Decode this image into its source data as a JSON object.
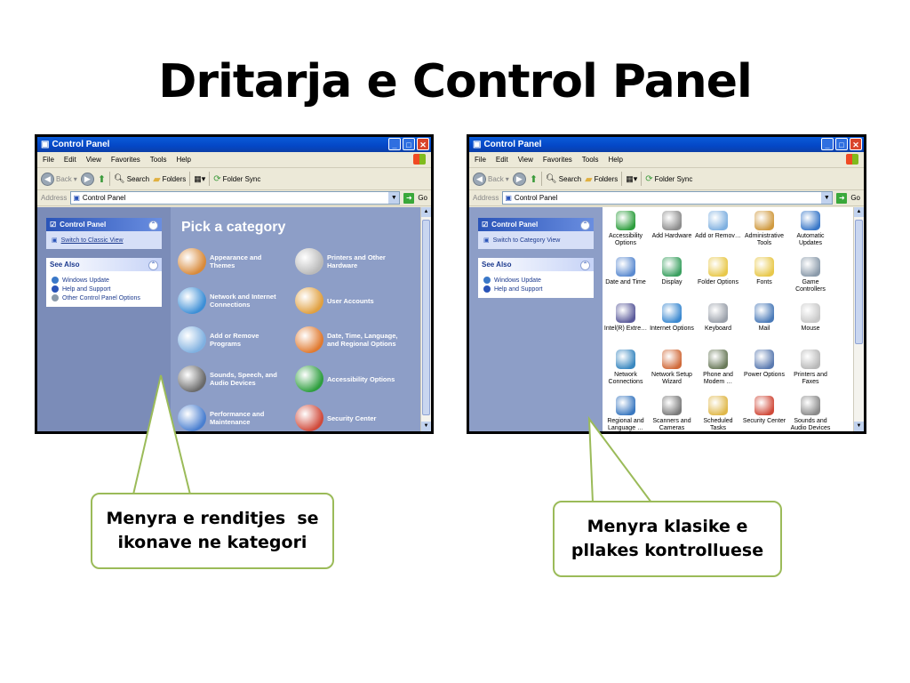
{
  "slide": {
    "title": "Dritarja e Control Panel"
  },
  "category_window": {
    "title": "Control Panel",
    "menu": [
      "File",
      "Edit",
      "View",
      "Favorites",
      "Tools",
      "Help"
    ],
    "toolbar": {
      "back": "Back",
      "search": "Search",
      "folders": "Folders",
      "folder_sync": "Folder Sync"
    },
    "address": {
      "label": "Address",
      "value": "Control Panel",
      "go": "Go"
    },
    "left_pane": {
      "control_panel": {
        "heading": "Control Panel",
        "link": "Switch to Classic View"
      },
      "see_also": {
        "heading": "See Also",
        "links": [
          "Windows Update",
          "Help and Support",
          "Other Control Panel Options"
        ]
      }
    },
    "heading": "Pick a category",
    "categories": [
      {
        "label": "Appearance and Themes",
        "icon": "appearance-icon",
        "color": "#d88a3a"
      },
      {
        "label": "Printers and Other Hardware",
        "icon": "printer-icon",
        "color": "#b9b9b9"
      },
      {
        "label": "Network and Internet Connections",
        "icon": "network-icon",
        "color": "#3d8fd6"
      },
      {
        "label": "User Accounts",
        "icon": "users-icon",
        "color": "#e0a040"
      },
      {
        "label": "Add or Remove Programs",
        "icon": "programs-icon",
        "color": "#7fb0e0"
      },
      {
        "label": "Date, Time, Language, and Regional Options",
        "icon": "calendar-icon",
        "color": "#e07a30"
      },
      {
        "label": "Sounds, Speech, and Audio Devices",
        "icon": "sound-icon",
        "color": "#6a6a6a"
      },
      {
        "label": "Accessibility Options",
        "icon": "accessibility-icon",
        "color": "#2e9e3e"
      },
      {
        "label": "Performance and Maintenance",
        "icon": "performance-icon",
        "color": "#4a7fd0"
      },
      {
        "label": "Security Center",
        "icon": "shield-icon",
        "color": "#d04a3a"
      }
    ]
  },
  "classic_window": {
    "title": "Control Panel",
    "menu": [
      "File",
      "Edit",
      "View",
      "Favorites",
      "Tools",
      "Help"
    ],
    "toolbar": {
      "back": "Back",
      "search": "Search",
      "folders": "Folders",
      "folder_sync": "Folder Sync"
    },
    "address": {
      "label": "Address",
      "value": "Control Panel",
      "go": "Go"
    },
    "left_pane": {
      "control_panel": {
        "heading": "Control Panel",
        "link": "Switch to Category View"
      },
      "see_also": {
        "heading": "See Also",
        "links": [
          "Windows Update",
          "Help and Support"
        ]
      }
    },
    "icons": [
      {
        "label": "Accessibility Options",
        "color": "#2e9e3e"
      },
      {
        "label": "Add Hardware",
        "color": "#8c8c8c"
      },
      {
        "label": "Add or Remov…",
        "color": "#7fb0e0"
      },
      {
        "label": "Administrative Tools",
        "color": "#d09a40"
      },
      {
        "label": "Automatic Updates",
        "color": "#3a78c8"
      },
      {
        "label": "Date and Time",
        "color": "#5a8ad0"
      },
      {
        "label": "Display",
        "color": "#3aa060"
      },
      {
        "label": "Folder Options",
        "color": "#e8c84a"
      },
      {
        "label": "Fonts",
        "color": "#e8c84a"
      },
      {
        "label": "Game Controllers",
        "color": "#8a9aaa"
      },
      {
        "label": "Intel(R) Extre…",
        "color": "#5a5a9a"
      },
      {
        "label": "Internet Options",
        "color": "#3a88d0"
      },
      {
        "label": "Keyboard",
        "color": "#9aa0aa"
      },
      {
        "label": "Mail",
        "color": "#4a7ab8"
      },
      {
        "label": "Mouse",
        "color": "#c8c8c8"
      },
      {
        "label": "Network Connections",
        "color": "#3a88c0"
      },
      {
        "label": "Network Setup Wizard",
        "color": "#d06a3a"
      },
      {
        "label": "Phone and Modem …",
        "color": "#6a7a5a"
      },
      {
        "label": "Power Options",
        "color": "#5a7ab0"
      },
      {
        "label": "Printers and Faxes",
        "color": "#b8b8b8"
      },
      {
        "label": "Regional and Language …",
        "color": "#3a78c0"
      },
      {
        "label": "Scanners and Cameras",
        "color": "#7a7a7a"
      },
      {
        "label": "Scheduled Tasks",
        "color": "#e0b84a"
      },
      {
        "label": "Security Center",
        "color": "#d04a3a"
      },
      {
        "label": "Sounds and Audio Devices",
        "color": "#8a8a8a"
      }
    ]
  },
  "callouts": {
    "left": "Menyra e renditjes  se ikonave ne kategori",
    "right": "Menyra klasike e pllakes kontrolluese"
  },
  "colors": {
    "accent": "#9bbb59",
    "xp_blue": "#0a5bd8",
    "pane": "#7b8cb8"
  }
}
